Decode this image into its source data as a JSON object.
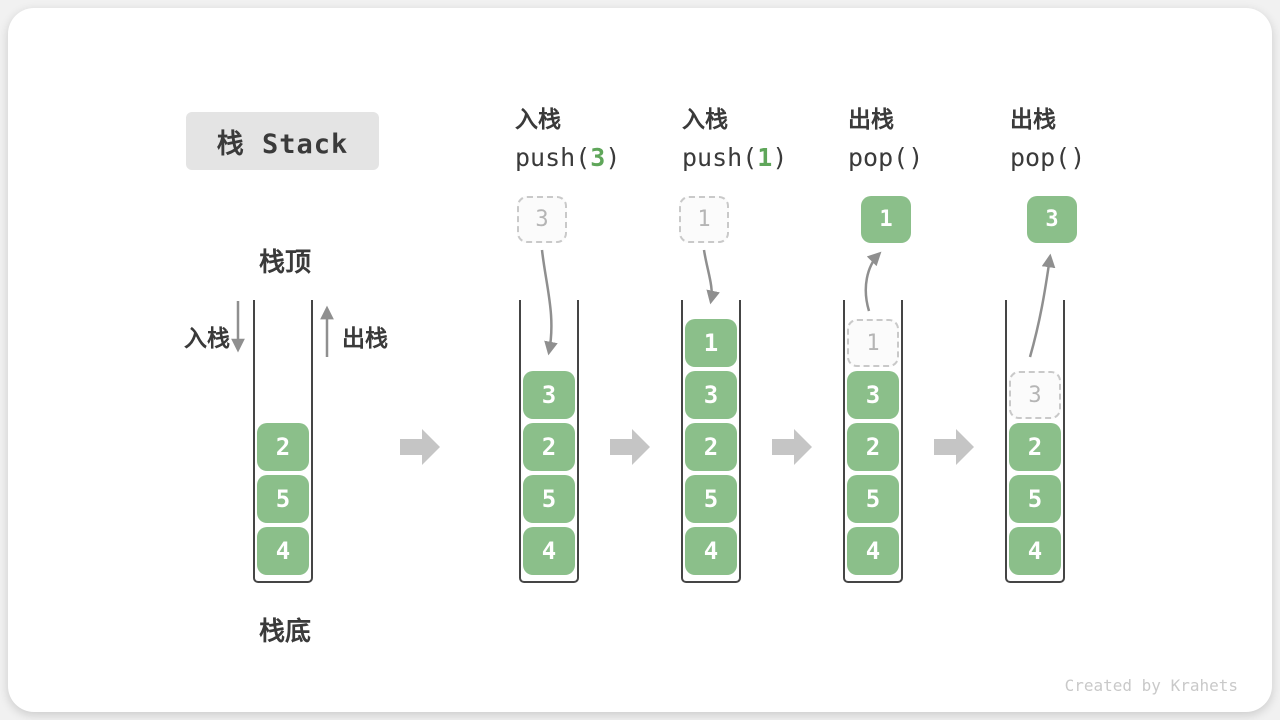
{
  "title": "栈 Stack",
  "stack_top_label": "栈顶",
  "stack_bottom_label": "栈底",
  "push_side_label": "入栈",
  "pop_side_label": "出栈",
  "operations": [
    {
      "name": "入栈",
      "code": {
        "prefix": "push(",
        "arg": "3",
        "suffix": ")"
      }
    },
    {
      "name": "入栈",
      "code": {
        "prefix": "push(",
        "arg": "1",
        "suffix": ")"
      }
    },
    {
      "name": "出栈",
      "code": {
        "prefix": "pop(",
        "arg": "",
        "suffix": ")"
      }
    },
    {
      "name": "出栈",
      "code": {
        "prefix": "pop(",
        "arg": "",
        "suffix": ")"
      }
    }
  ],
  "stacks": [
    {
      "cells": [
        {
          "value": "2"
        },
        {
          "value": "5"
        },
        {
          "value": "4"
        }
      ],
      "float": null
    },
    {
      "cells": [
        {
          "value": "3"
        },
        {
          "value": "2"
        },
        {
          "value": "5"
        },
        {
          "value": "4"
        }
      ],
      "float": {
        "value": "3",
        "style": "dashed"
      }
    },
    {
      "cells": [
        {
          "value": "1"
        },
        {
          "value": "3"
        },
        {
          "value": "2"
        },
        {
          "value": "5"
        },
        {
          "value": "4"
        }
      ],
      "float": {
        "value": "1",
        "style": "dashed"
      }
    },
    {
      "cells": [
        {
          "value": "1",
          "ghost": true
        },
        {
          "value": "3"
        },
        {
          "value": "2"
        },
        {
          "value": "5"
        },
        {
          "value": "4"
        }
      ],
      "float": {
        "value": "1",
        "style": "solid"
      }
    },
    {
      "cells": [
        {
          "value": "3",
          "ghost": true
        },
        {
          "value": "2"
        },
        {
          "value": "5"
        },
        {
          "value": "4"
        }
      ],
      "float": {
        "value": "3",
        "style": "solid"
      }
    }
  ],
  "footer_credit": "Created by Krahets",
  "colors": {
    "block_green": "#8BBF8A",
    "code_arg_green": "#5FA65A",
    "title_box_bg": "#E4E4E4",
    "text_dark": "#3A3A3A",
    "ghost_border": "#C9C9C9",
    "ghost_text": "#B5B5B5",
    "ghost_bg": "#FBFBFB",
    "arrow_gray": "#8F8F8F",
    "block_arrow_gray": "#C5C5C5",
    "footer_gray": "#C9C9C9",
    "wall": "#454545"
  }
}
